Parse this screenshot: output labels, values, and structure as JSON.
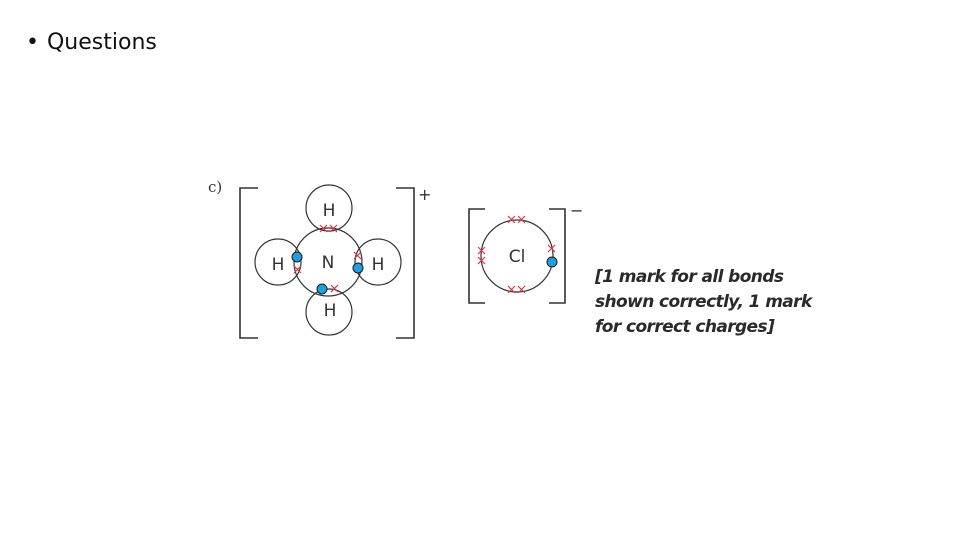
{
  "slide": {
    "bullet_symbol": "•",
    "heading": "Questions"
  },
  "diagram": {
    "part_label": "c)",
    "ammonium": {
      "center_atom": "N",
      "outer_atoms": [
        "H",
        "H",
        "H",
        "H"
      ],
      "charge": "+"
    },
    "chloride": {
      "atom": "Cl",
      "charge": "−"
    },
    "mark_scheme": [
      "[1 mark for all bonds",
      "shown correctly, 1 mark",
      "for correct charges]"
    ],
    "colors": {
      "cross": "#d23a4a",
      "dot": "#1fa0dc",
      "line": "#333333"
    }
  }
}
